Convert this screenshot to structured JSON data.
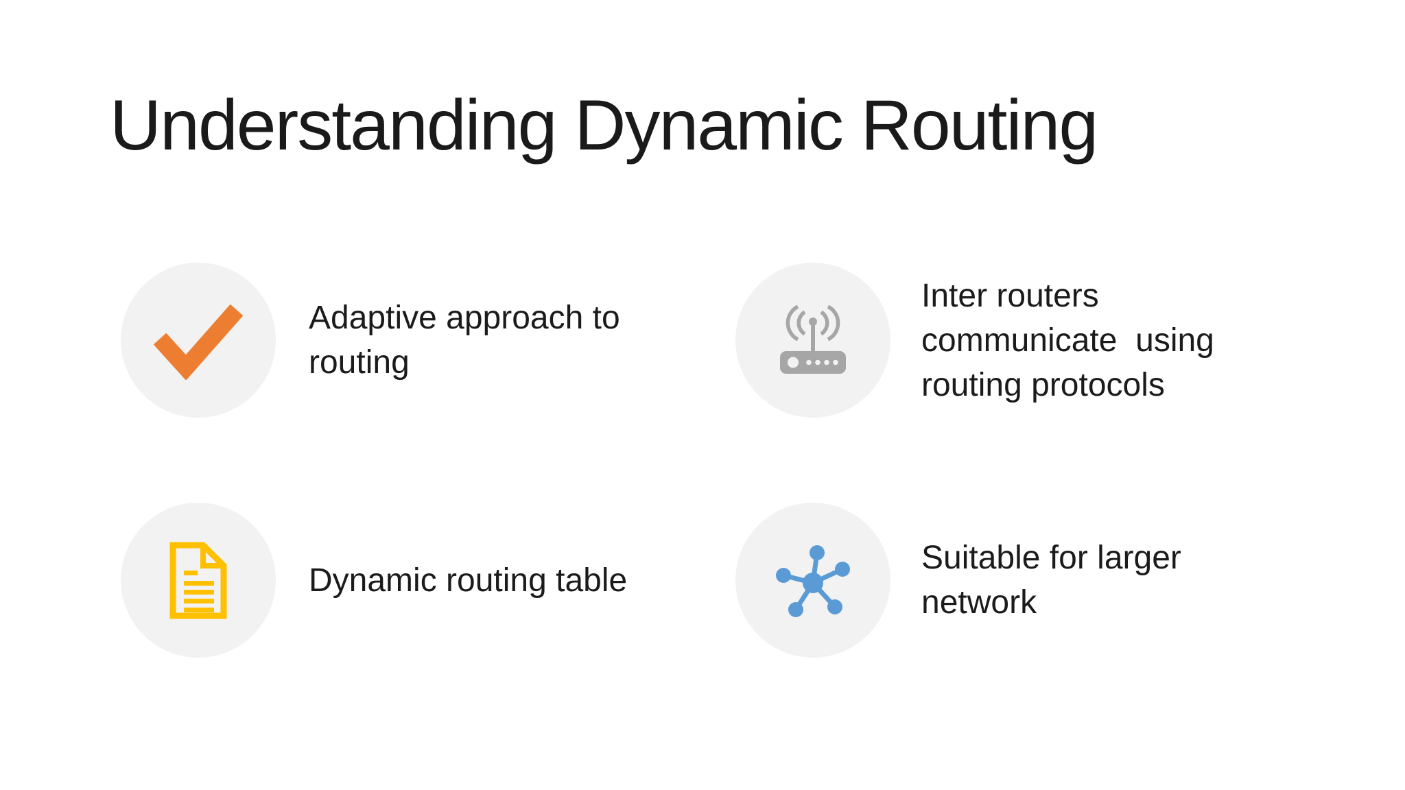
{
  "slide": {
    "title": "Understanding Dynamic Routing",
    "items": [
      {
        "icon": "check-icon",
        "icon_color": "#ED7D31",
        "text": "Adaptive approach to\nrouting"
      },
      {
        "icon": "wireless-router-icon",
        "icon_color": "#A6A6A6",
        "text": "Inter routers\ncommunicate  using\nrouting protocols"
      },
      {
        "icon": "document-icon",
        "icon_color": "#FFC000",
        "text": "Dynamic routing table"
      },
      {
        "icon": "network-hub-icon",
        "icon_color": "#5B9BD5",
        "text": "Suitable for larger\nnetwork"
      }
    ],
    "colors": {
      "background": "#FFFFFF",
      "circle_fill": "#F2F2F2",
      "title_text": "#1A1A1A",
      "body_text": "#1B1B1B",
      "check_orange": "#ED7D31",
      "router_gray": "#A6A6A6",
      "document_gold": "#FFC000",
      "network_blue": "#5B9BD5"
    }
  }
}
